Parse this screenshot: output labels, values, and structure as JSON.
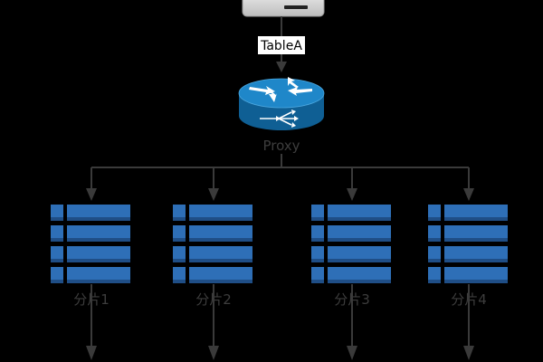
{
  "diagram": {
    "source_label": "TableA",
    "proxy_label": "Proxy",
    "shards": [
      {
        "label": "分片1"
      },
      {
        "label": "分片2"
      },
      {
        "label": "分片3"
      },
      {
        "label": "分片4"
      }
    ]
  },
  "colors": {
    "background": "#000000",
    "line": "#3a3a3a",
    "arrow": "#2e2e2e",
    "shard_block": "#2e6fb7",
    "shard_block_dark": "#1f4e86",
    "router_top": "#1f87c9",
    "router_side": "#0f5f94",
    "label_text": "#3d3d3d",
    "tag_bg": "#ffffff",
    "tag_text": "#000000"
  },
  "icons": {
    "source": "server-device-icon",
    "proxy": "router-icon",
    "shard": "database-table-icon"
  }
}
